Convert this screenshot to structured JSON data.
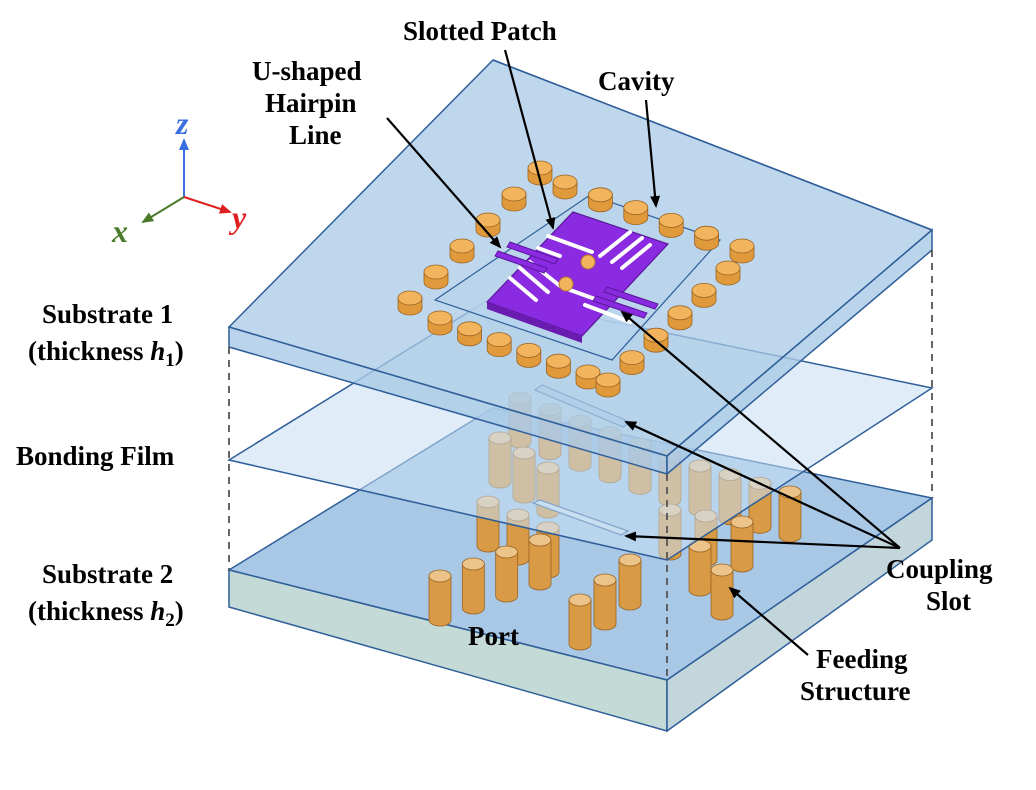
{
  "labels": {
    "slotted_patch": "Slotted Patch",
    "u_hairpin_1": "U-shaped",
    "u_hairpin_2": "Hairpin",
    "u_hairpin_3": "Line",
    "cavity": "Cavity",
    "substrate1_name": "Substrate 1",
    "substrate1_thickness_prefix": "(thickness ",
    "substrate1_thickness_var": "h",
    "substrate1_thickness_sub": "1",
    "substrate1_thickness_suffix": ")",
    "bonding_film": "Bonding Film",
    "substrate2_name": "Substrate 2",
    "substrate2_thickness_prefix": "(thickness ",
    "substrate2_thickness_var": "h",
    "substrate2_thickness_sub": "2",
    "substrate2_thickness_suffix": ")",
    "coupling_slot_1": "Coupling",
    "coupling_slot_2": "Slot",
    "port": "Port",
    "feeding_structure_1": "Feeding",
    "feeding_structure_2": "Structure"
  },
  "axes": {
    "x": "x",
    "y": "y",
    "z": "z",
    "x_color": "#4a7a2a",
    "y_color": "#e02020",
    "z_color": "#3a6fe0"
  },
  "colors": {
    "substrate_fill": "#a9c9e6",
    "substrate_edge": "#2f5f99",
    "bonding_film_fill": "#c7def3",
    "patch": "#8a2be2",
    "via": "#e6a040",
    "via_top": "#f2b45c",
    "feed_via": "#d99a45"
  }
}
